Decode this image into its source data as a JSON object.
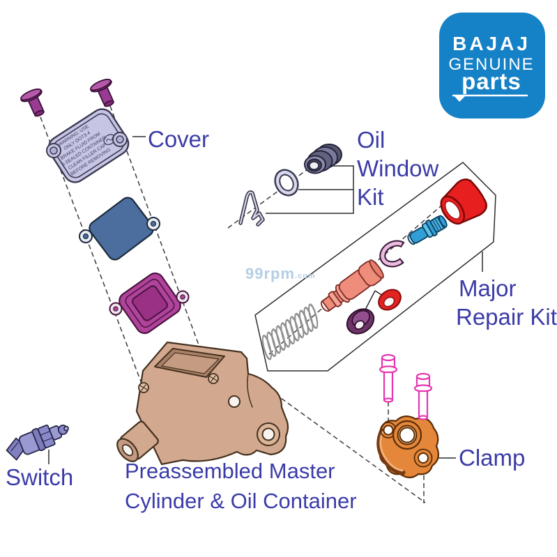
{
  "logo": {
    "brand": "BAJAJ",
    "genuine": "GENUINE",
    "parts": "parts"
  },
  "watermark": {
    "name": "99rpm",
    "tld": ".com"
  },
  "labels": {
    "cover": "Cover",
    "oil_window_1": "Oil",
    "oil_window_2": "Window",
    "oil_window_3": "Kit",
    "major_1": "Major",
    "major_2": "Repair Kit",
    "switch": "Switch",
    "master_1": "Preassembled Master",
    "master_2": "Cylinder & Oil Container",
    "clamp": "Clamp"
  },
  "cover_warning": {
    "l1": "WARNING: USE",
    "l2": "ONLY DOT3-4",
    "l3": "BRAKE FLUID FROM",
    "l4": "A SEALED CONTAINER",
    "l5": "CLEAN FILLER CAP",
    "l6": "BEFORE REMOVING"
  },
  "colors": {
    "logo_bg": "#1581c6",
    "logo_text": "#ffffff",
    "label_text": "#3b3ba8",
    "watermark": "#a8c6e0",
    "screw": "#9a3b92",
    "cover": "#c7c5e4",
    "plate": "#4c6e9e",
    "diaphragm": "#b0439a",
    "diaphragm_inner": "#9a3185",
    "cylinder": "#d2a98f",
    "cylinder_dark": "#a98066",
    "switch": "#9a9ad2",
    "washer": "#d9d9ec",
    "window_grommet": "#62627e",
    "spring": "#909090",
    "piston": "#ef8d7d",
    "seal_cup": "#6e3468",
    "seal_ring": "#e32222",
    "circlip": "#ecbcdc",
    "bleed_bolt": "#2f9fd6",
    "boot": "#e81f1f",
    "clamp": "#e5873a",
    "clamp_bolt": "#e635b0"
  }
}
